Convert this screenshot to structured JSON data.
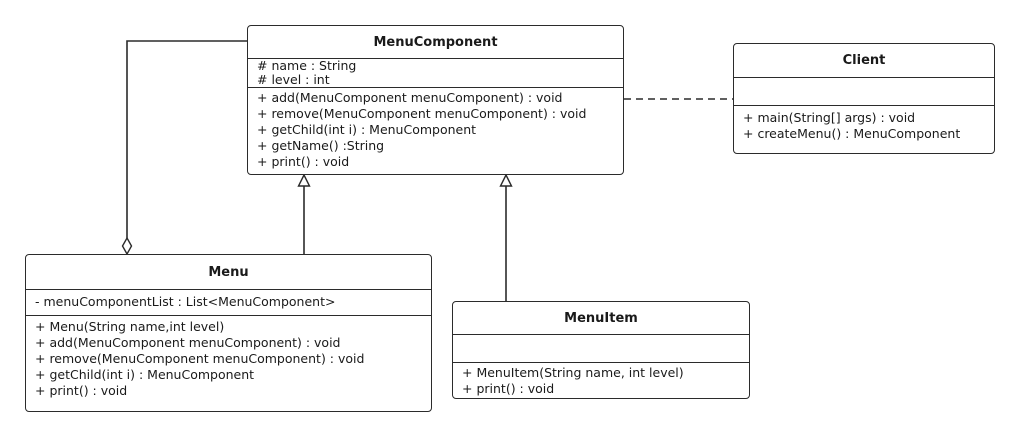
{
  "classes": {
    "menu_component": {
      "name": "MenuComponent",
      "attributes": [
        "# name : String",
        "# level : int"
      ],
      "operations": [
        "+ add(MenuComponent menuComponent) : void",
        "+ remove(MenuComponent menuComponent) : void",
        "+ getChild(int i) : MenuComponent",
        "+ getName() :String",
        "+ print() : void"
      ]
    },
    "client": {
      "name": "Client",
      "attributes": [],
      "operations": [
        "+ main(String[] args) : void",
        "+ createMenu() : MenuComponent"
      ]
    },
    "menu": {
      "name": "Menu",
      "attributes": [
        "- menuComponentList : List<MenuComponent>"
      ],
      "operations": [
        "+ Menu(String name,int level)",
        "+ add(MenuComponent menuComponent) : void",
        "+ remove(MenuComponent menuComponent) : void",
        "+ getChild(int i) : MenuComponent",
        "+ print() : void"
      ]
    },
    "menu_item": {
      "name": "MenuItem",
      "attributes": [],
      "operations": [
        "+ MenuItem(String name, int level)",
        "+ print() : void"
      ]
    }
  },
  "relationships": [
    {
      "type": "generalization",
      "from": "Menu",
      "to": "MenuComponent"
    },
    {
      "type": "generalization",
      "from": "MenuItem",
      "to": "MenuComponent"
    },
    {
      "type": "aggregation",
      "whole": "Menu",
      "part": "MenuComponent"
    },
    {
      "type": "dependency",
      "from": "Client",
      "to": "MenuComponent"
    }
  ],
  "colors": {
    "stroke": "#2b2b2b",
    "background": "#ffffff"
  }
}
